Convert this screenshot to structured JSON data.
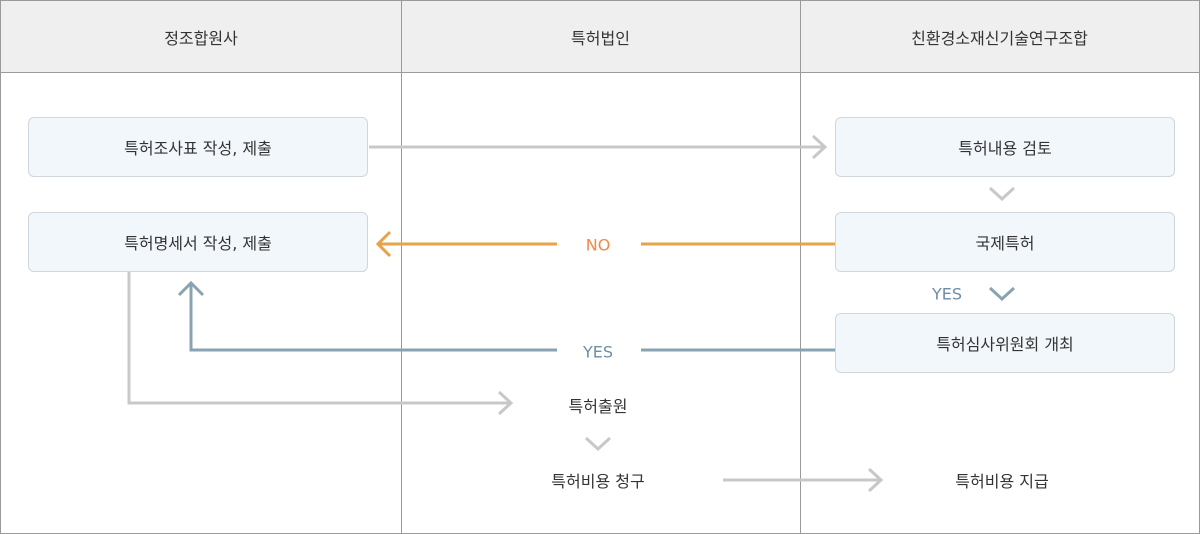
{
  "columns": [
    "정조합원사",
    "특허법인",
    "친환경소재신기술연구조합"
  ],
  "nodes": {
    "survey": "특허조사표 작성, 제출",
    "spec": "특허명세서 작성, 제출",
    "review": "특허내용 검토",
    "intl": "국제특허",
    "committee": "특허심사위원회 개최",
    "filing": "특허출원",
    "billing": "특허비용 청구",
    "payment": "특허비용 지급"
  },
  "labels": {
    "no": "NO",
    "yes_left": "YES",
    "yes_right": "YES"
  },
  "colors": {
    "gray_arrow": "#c8c8c8",
    "orange": "#e8a24a",
    "orange_text": "#f0894a",
    "steel": "#8aa3b2",
    "steel_text": "#6e8ea3"
  }
}
